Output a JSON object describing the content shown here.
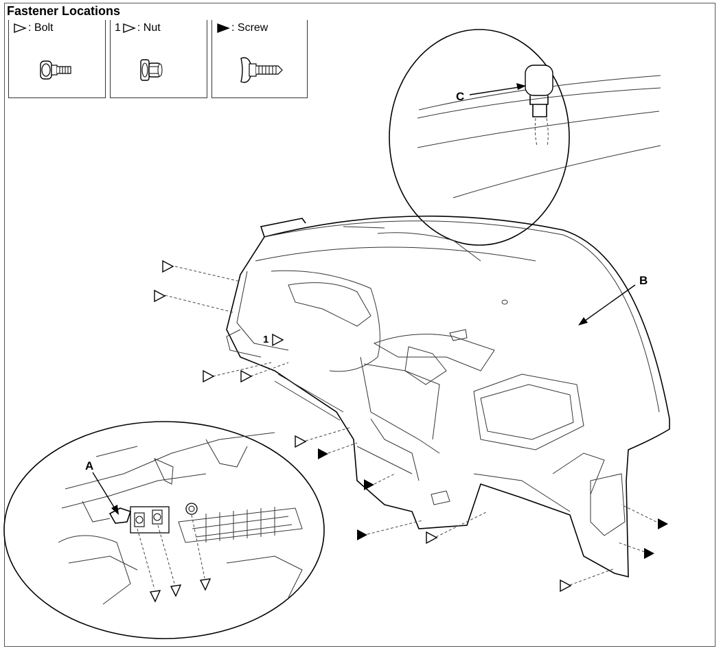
{
  "header": {
    "title": "Fastener Locations"
  },
  "legend": [
    {
      "prefix": "",
      "label": ": Bolt",
      "symbol": "hollow-triangle-icon"
    },
    {
      "prefix": "1",
      "label": ": Nut",
      "symbol": "hollow-triangle-icon"
    },
    {
      "prefix": "",
      "label": ": Screw",
      "symbol": "filled-triangle-icon"
    }
  ],
  "callouts": {
    "a": "A",
    "b": "B",
    "c": "C",
    "nut_marker": "1"
  },
  "colors": {
    "line": "#000000",
    "detail": "#333333",
    "background": "#ffffff"
  }
}
